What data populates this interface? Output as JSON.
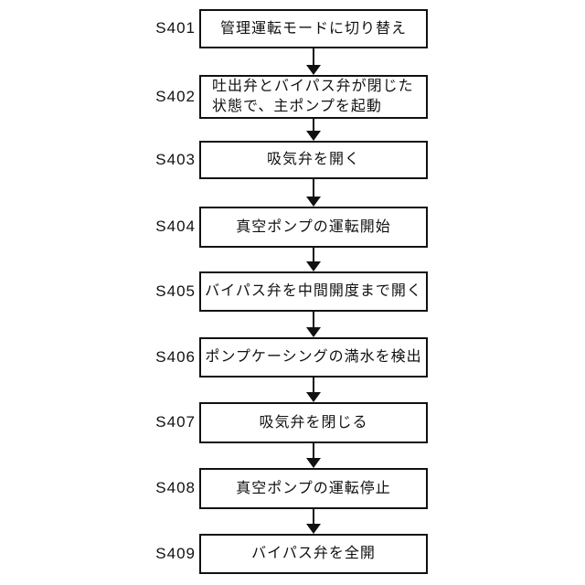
{
  "colors": {
    "line": "#111111",
    "bg": "#ffffff",
    "text": "#111111"
  },
  "steps": [
    {
      "id": "S401",
      "lines": [
        "管理運転モードに切り替え"
      ]
    },
    {
      "id": "S402",
      "lines": [
        "吐出弁とバイパス弁が閉じた",
        "状態で、主ポンプを起動"
      ]
    },
    {
      "id": "S403",
      "lines": [
        "吸気弁を開く"
      ]
    },
    {
      "id": "S404",
      "lines": [
        "真空ポンプの運転開始"
      ]
    },
    {
      "id": "S405",
      "lines": [
        "バイパス弁を中間開度まで開く"
      ]
    },
    {
      "id": "S406",
      "lines": [
        "ポンプケーシングの満水を検出"
      ]
    },
    {
      "id": "S407",
      "lines": [
        "吸気弁を閉じる"
      ]
    },
    {
      "id": "S408",
      "lines": [
        "真空ポンプの運転停止"
      ]
    },
    {
      "id": "S409",
      "lines": [
        "バイパス弁を全開"
      ]
    }
  ]
}
